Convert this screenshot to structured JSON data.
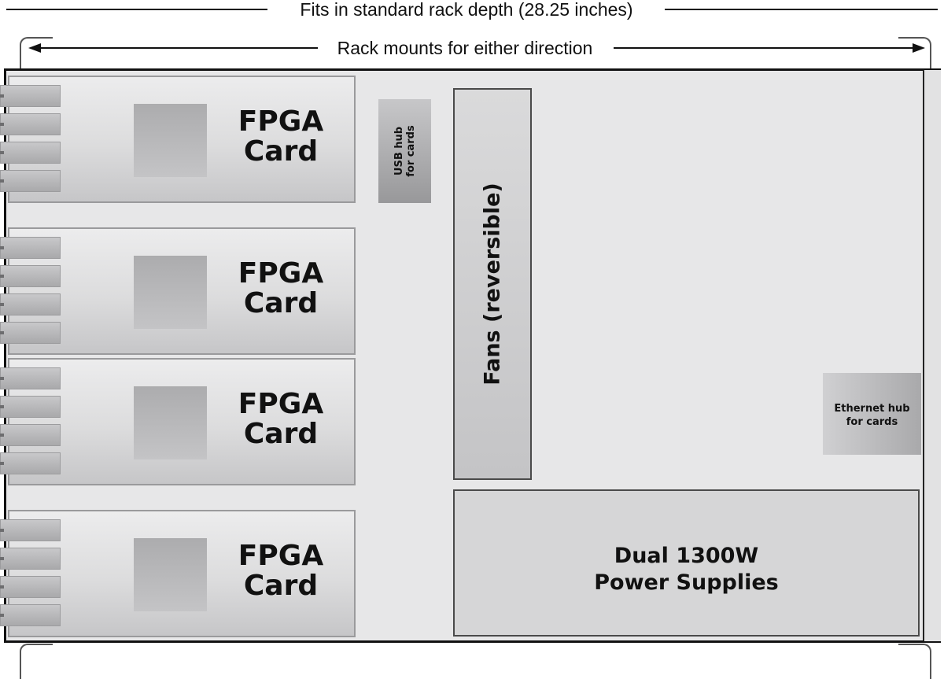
{
  "dimensions": {
    "depth_label": "Fits in standard rack depth (28.25 inches)",
    "rack_label": "Rack mounts for either direction"
  },
  "cards": [
    {
      "line1": "FPGA",
      "line2": "Card"
    },
    {
      "line1": "FPGA",
      "line2": "Card"
    },
    {
      "line1": "FPGA",
      "line2": "Card"
    },
    {
      "line1": "FPGA",
      "line2": "Card"
    }
  ],
  "usb_hub": {
    "line1": "USB hub",
    "line2": "for cards"
  },
  "fans": {
    "label": "Fans (reversible)"
  },
  "ethernet_hub": {
    "line1": "Ethernet hub",
    "line2": "for cards"
  },
  "power_supplies": {
    "line1": "Dual 1300W",
    "line2": "Power Supplies"
  }
}
